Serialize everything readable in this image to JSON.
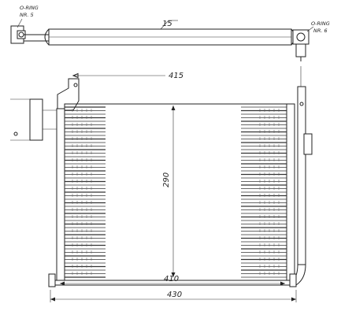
{
  "dimensions": {
    "top_pipe": "15",
    "overall_top": "415",
    "core_height": "290",
    "core_width": "410",
    "overall_width": "430"
  },
  "notes": {
    "left_fitting": [
      "O-RING",
      "NR. 5"
    ],
    "right_fitting": [
      "O-RING",
      "NR. 6"
    ]
  }
}
